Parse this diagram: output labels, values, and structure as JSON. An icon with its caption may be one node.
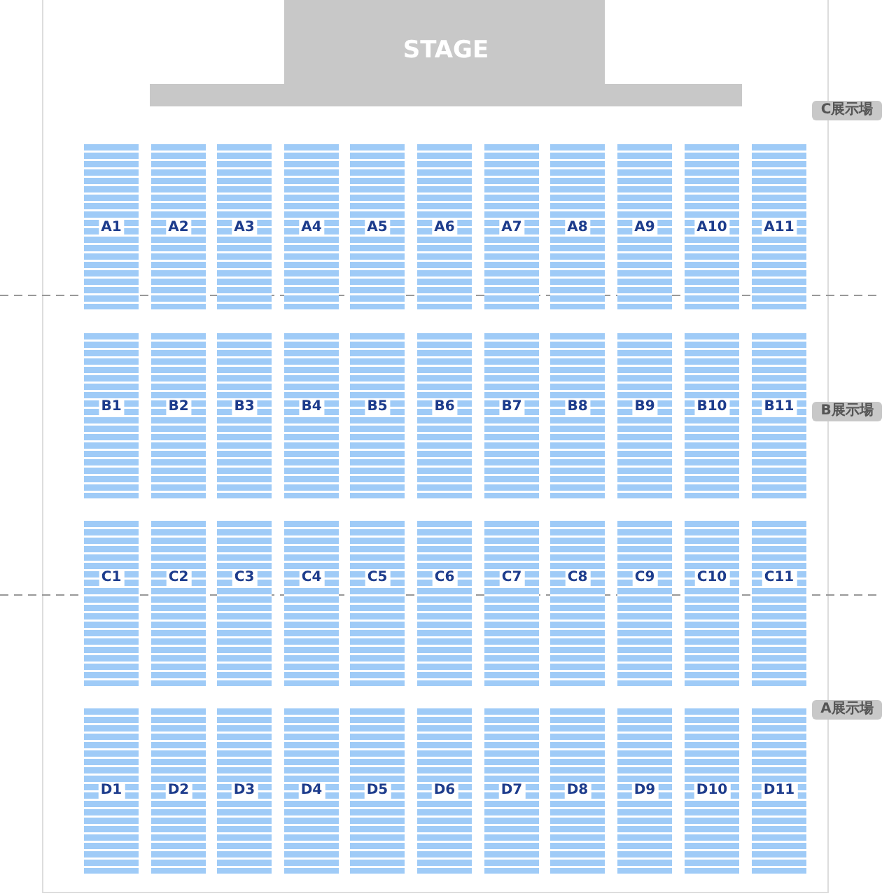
{
  "diagram": {
    "nodes": [
      {
        "text": [
          "STAGE"
        ]
      },
      {
        "text": [
          "C展示場"
        ]
      },
      {
        "text": [
          "A1"
        ]
      },
      {
        "text": [
          "A2"
        ]
      },
      {
        "text": [
          "A3"
        ]
      },
      {
        "text": [
          "A4"
        ]
      },
      {
        "text": [
          "A5"
        ]
      },
      {
        "text": [
          "A6"
        ]
      },
      {
        "text": [
          "A7"
        ]
      },
      {
        "text": [
          "A8"
        ]
      },
      {
        "text": [
          "A9"
        ]
      },
      {
        "text": [
          "A10"
        ]
      },
      {
        "text": [
          "A11"
        ]
      },
      {
        "text": [
          "B1"
        ]
      },
      {
        "text": [
          "B2"
        ]
      },
      {
        "text": [
          "B3"
        ]
      },
      {
        "text": [
          "B4"
        ]
      },
      {
        "text": [
          "B5"
        ]
      },
      {
        "text": [
          "B6"
        ]
      },
      {
        "text": [
          "B7"
        ]
      },
      {
        "text": [
          "B8"
        ]
      },
      {
        "text": [
          "B9"
        ]
      },
      {
        "text": [
          "B10"
        ]
      },
      {
        "text": [
          "B11"
        ]
      },
      {
        "text": [
          "B展示場"
        ]
      },
      {
        "text": [
          "C1"
        ]
      },
      {
        "text": [
          "C2"
        ]
      },
      {
        "text": [
          "C3"
        ]
      },
      {
        "text": [
          "C4"
        ]
      },
      {
        "text": [
          "C5"
        ]
      },
      {
        "text": [
          "C6"
        ]
      },
      {
        "text": [
          "C7"
        ]
      },
      {
        "text": [
          "C8"
        ]
      },
      {
        "text": [
          "C9"
        ]
      },
      {
        "text": [
          "C10"
        ]
      },
      {
        "text": [
          "C11"
        ]
      },
      {
        "text": [
          "A展示場"
        ]
      },
      {
        "text": [
          "D1"
        ]
      },
      {
        "text": [
          "D2"
        ]
      },
      {
        "text": [
          "D3"
        ]
      },
      {
        "text": [
          "D4"
        ]
      },
      {
        "text": [
          "D5"
        ]
      },
      {
        "text": [
          "D6"
        ]
      },
      {
        "text": [
          "D7"
        ]
      },
      {
        "text": [
          "D8"
        ]
      },
      {
        "text": [
          "D9"
        ]
      },
      {
        "text": [
          "D10"
        ]
      },
      {
        "text": [
          "D11"
        ]
      }
    ]
  }
}
